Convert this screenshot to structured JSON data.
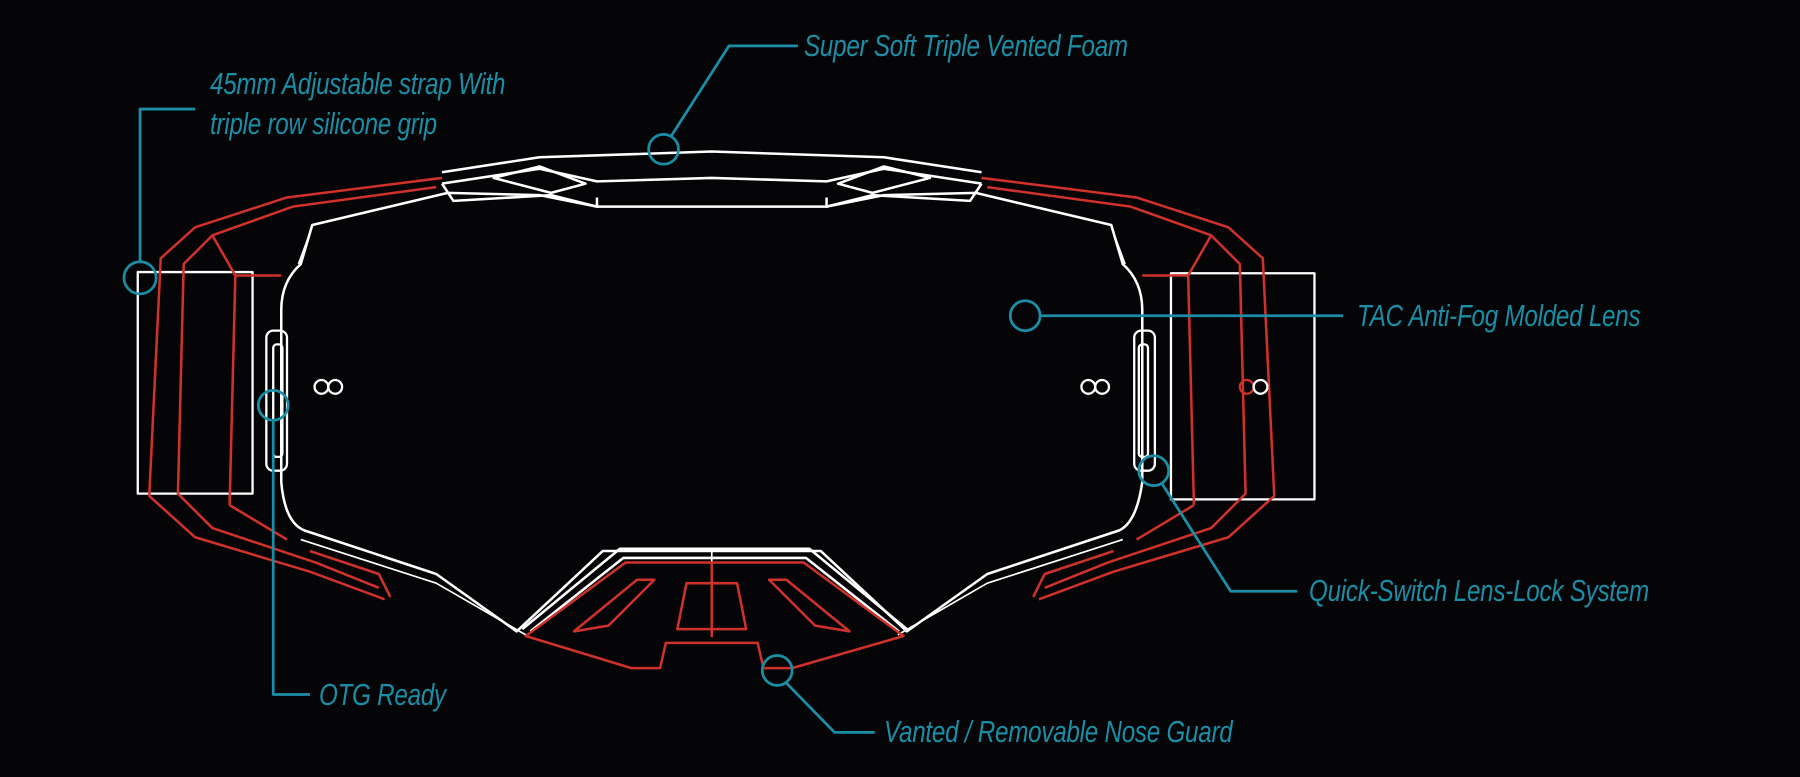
{
  "colors": {
    "background": "#050508",
    "callout": "#1b8ea6",
    "frame": "#ffffff",
    "highlight": "#d0322b"
  },
  "callouts": {
    "strap": {
      "line1": "45mm Adjustable strap With",
      "line2": "triple row silicone grip"
    },
    "foam": "Super Soft Triple Vented Foam",
    "lens": "TAC  Anti-Fog Molded Lens",
    "lens_lock": "Quick-Switch Lens-Lock System",
    "nose_guard": "Vanted / Removable Nose Guard",
    "otg": "OTG Ready"
  }
}
